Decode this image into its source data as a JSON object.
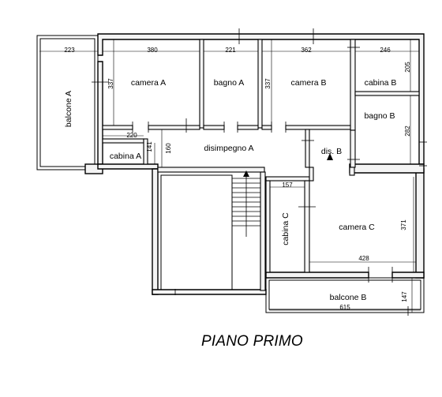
{
  "title": "PIANO PRIMO",
  "rooms": {
    "balcone_a": "balcone A",
    "camera_a": "camera A",
    "bagno_a": "bagno A",
    "camera_b": "camera B",
    "cabina_b": "cabina B",
    "bagno_b": "bagno B",
    "cabina_a": "cabina A",
    "disimpegno_a": "disimpegno A",
    "dis_b": "dis. B",
    "cabina_c": "cabina C",
    "camera_c": "camera C",
    "balcone_b": "balcone B"
  },
  "dimensions": {
    "d223": "223",
    "d380": "380",
    "d221": "221",
    "d362": "362",
    "d246": "246",
    "d205": "205",
    "d337a": "337",
    "d337b": "337",
    "d282": "282",
    "d220": "220",
    "d141": "141",
    "d160": "160",
    "d157": "157",
    "d371": "371",
    "d428": "428",
    "d147": "147",
    "d615": "615"
  }
}
